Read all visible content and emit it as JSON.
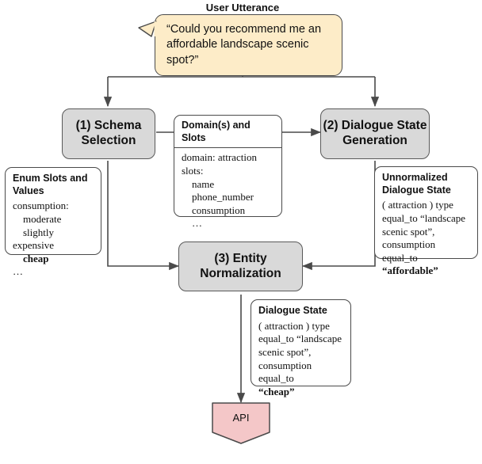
{
  "diagram": {
    "title": "User Utterance",
    "utterance": "“Could you recommend me an\naffordable landscape scenic spot?”",
    "steps": {
      "schema_selection": "(1) Schema\nSelection",
      "dialogue_state_generation": "(2) Dialogue State\nGeneration",
      "entity_normalization": "(3) Entity\nNormalization"
    },
    "cards": {
      "domain_slots": {
        "title": "Domain(s) and Slots",
        "body": "domain: attraction\nslots:\n    name\n    phone_number\n    consumption\n    …"
      },
      "enum_slots": {
        "title": "Enum Slots and\nValues",
        "body_pre": "consumption:\n    moderate\n    slightly expensive\n    ",
        "body_bold": "cheap",
        "body_post": "\n…"
      },
      "unnormalized_state": {
        "title": "Unnormalized\nDialogue State",
        "body_pre": "( attraction ) type\nequal_to “landscape\nscenic spot”,\nconsumption equal_to\n",
        "body_bold": "“affordable”",
        "body_post": ""
      },
      "dialogue_state": {
        "title": "Dialogue State",
        "body_pre": "( attraction ) type\nequal_to “landscape\nscenic spot”,\nconsumption equal_to\n",
        "body_bold": "“cheap”",
        "body_post": ""
      }
    },
    "api": {
      "label": "API"
    },
    "colors": {
      "bubble_fill": "#fdecc8",
      "process_fill": "#d9d9d9",
      "api_fill": "#f4c7c8",
      "stroke": "#4a4a4a",
      "card_fill": "#ffffff"
    }
  }
}
